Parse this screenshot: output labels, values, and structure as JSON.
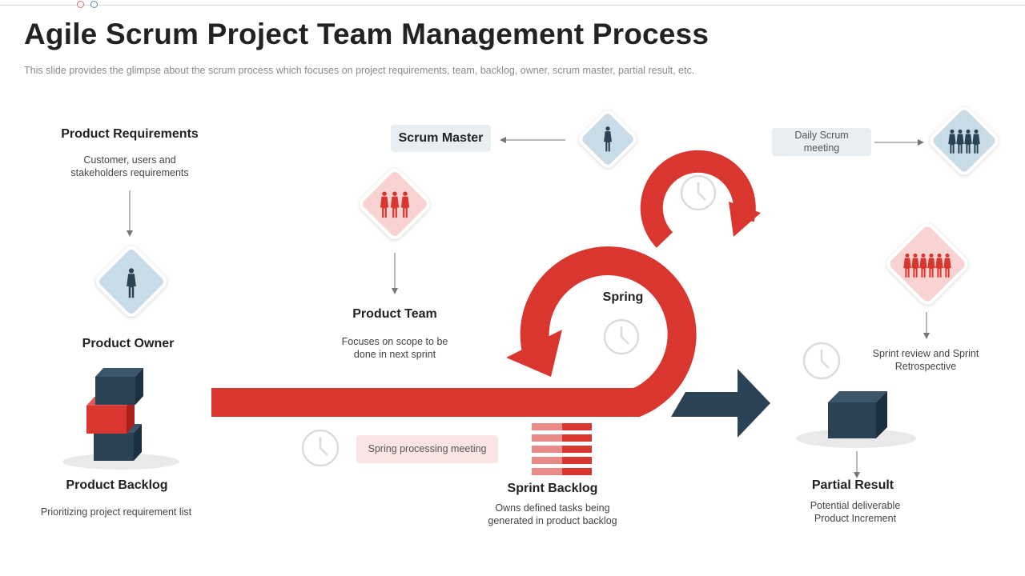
{
  "header": {
    "title": "Agile Scrum Project Team Management Process",
    "subtitle": "This slide provides  the glimpse about the scrum process which focuses on project requirements,  team,  backlog,  owner,  scrum master,  partial result,  etc."
  },
  "nodes": {
    "product_requirements": {
      "title": "Product Requirements",
      "desc_line1": "Customer, users and",
      "desc_line2": "stakeholders requirements"
    },
    "product_owner": {
      "title": "Product Owner"
    },
    "product_backlog": {
      "title": "Product Backlog",
      "desc": "Prioritizing project requirement  list"
    },
    "scrum_master": {
      "label": "Scrum Master"
    },
    "product_team": {
      "title": "Product Team",
      "desc_line1": "Focuses on scope to be",
      "desc_line2": "done in next sprint"
    },
    "spring": {
      "label": "Spring"
    },
    "spring_meeting": {
      "label": "Spring processing meeting"
    },
    "sprint_backlog": {
      "title": "Sprint Backlog",
      "desc_line1": "Owns defined tasks being",
      "desc_line2": "generated in product backlog"
    },
    "daily_scrum": {
      "line1": "Daily Scrum",
      "line2": "meeting"
    },
    "sprint_review": {
      "line1": "Sprint review  and Sprint",
      "line2": "Retrospective"
    },
    "partial_result": {
      "title": "Partial Result",
      "desc_line1": "Potential deliverable",
      "desc_line2": "Product Increment"
    }
  },
  "icons": [
    "person-icon",
    "team-icon",
    "group-icon",
    "clock-icon",
    "cube-icon",
    "arrow-icon"
  ],
  "colors": {
    "red": "#d93630",
    "navy": "#2b4255",
    "light_blue": "#c9dbe6",
    "light_pink": "#f8d3d2",
    "pill_gray": "#e9eef2",
    "pill_pink": "#fbe5e4"
  }
}
